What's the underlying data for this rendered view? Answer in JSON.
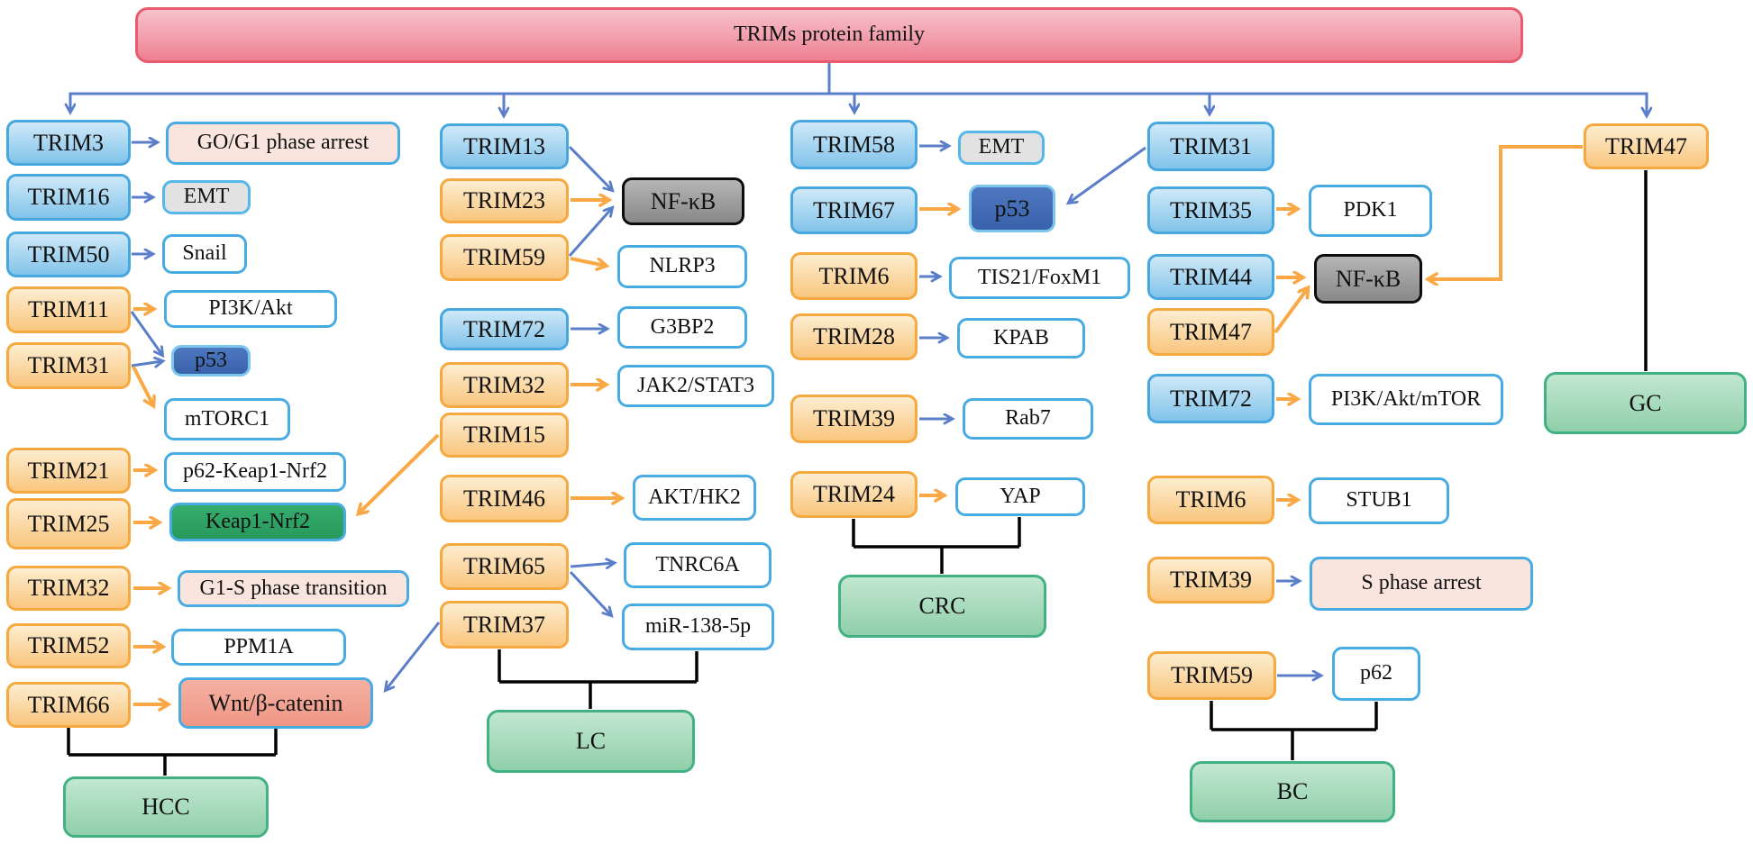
{
  "title": "TRIMs protein family",
  "colors": {
    "title_fill": "#f2a1ae",
    "title_border": "#e85a6e",
    "trim_blue_fill": "#a9d6f1",
    "trim_blue_border": "#47a8df",
    "trim_orange_fill": "#fbd7a0",
    "trim_orange_border": "#f6a93f",
    "target_border_blue": "#48ace2",
    "gray_fill": "#e2e2e2",
    "pink_fill": "#fae5de",
    "dark_blue_fill": "#3d68b5",
    "dark_gray_fill": "#9a9a9a",
    "green_fill": "#2fa566",
    "salmon_fill": "#f2a394",
    "cancer_fill": "#a9dbbe",
    "cancer_border": "#42b183",
    "arrow_blue": "#5b7ec9",
    "arrow_orange": "#f9a845",
    "connector_black": "#000000"
  },
  "boxes": {
    "trim3": "TRIM3",
    "go_g1": "GO/G1 phase arrest",
    "trim16": "TRIM16",
    "emt_hcc": "EMT",
    "trim50": "TRIM50",
    "snail": "Snail",
    "trim11": "TRIM11",
    "pi3k_akt": "PI3K/Akt",
    "trim31_hcc": "TRIM31",
    "p53_hcc": "p53",
    "mtorc1": "mTORC1",
    "trim21": "TRIM21",
    "p62_keap1_nrf2": "p62-Keap1-Nrf2",
    "trim25": "TRIM25",
    "keap1_nrf2": "Keap1-Nrf2",
    "trim32_hcc": "TRIM32",
    "g1_s": "G1-S phase transition",
    "trim52": "TRIM52",
    "ppm1a": "PPM1A",
    "trim66": "TRIM66",
    "wnt": "Wnt/β-catenin",
    "hcc": "HCC",
    "trim13": "TRIM13",
    "trim23": "TRIM23",
    "nfkb_lc": "NF-κB",
    "trim59_lc": "TRIM59",
    "nlrp3": "NLRP3",
    "trim72_lc": "TRIM72",
    "g3bp2": "G3BP2",
    "trim32_lc": "TRIM32",
    "jak2_stat3": "JAK2/STAT3",
    "trim15": "TRIM15",
    "trim46": "TRIM46",
    "akt_hk2": "AKT/HK2",
    "trim65": "TRIM65",
    "tnrc6a": "TNRC6A",
    "trim37": "TRIM37",
    "mir138": "miR-138-5p",
    "lc": "LC",
    "trim58": "TRIM58",
    "emt_crc": "EMT",
    "trim67": "TRIM67",
    "p53_crc": "p53",
    "trim6_crc": "TRIM6",
    "tis21_foxm1": "TIS21/FoxM1",
    "trim28": "TRIM28",
    "kpab": "KPAB",
    "trim39_crc": "TRIM39",
    "rab7": "Rab7",
    "trim24": "TRIM24",
    "yap": "YAP",
    "crc": "CRC",
    "trim31_bc": "TRIM31",
    "trim35": "TRIM35",
    "pdk1": "PDK1",
    "trim44": "TRIM44",
    "nfkb_bc": "NF-κB",
    "trim47_bc": "TRIM47",
    "trim72_bc": "TRIM72",
    "pi3k_akt_mtor": "PI3K/Akt/mTOR",
    "trim6_bc": "TRIM6",
    "stub1": "STUB1",
    "trim39_bc": "TRIM39",
    "s_phase": "S phase arrest",
    "trim59_bc": "TRIM59",
    "p62": "p62",
    "bc": "BC",
    "trim47_gc": "TRIM47",
    "gc": "GC"
  },
  "edges": [
    {
      "from": "TRIMs protein family",
      "to": "TRIM3",
      "color": "blue"
    },
    {
      "from": "TRIMs protein family",
      "to": "TRIM13",
      "color": "blue"
    },
    {
      "from": "TRIMs protein family",
      "to": "TRIM58",
      "color": "blue"
    },
    {
      "from": "TRIMs protein family",
      "to": "TRIM31",
      "color": "blue"
    },
    {
      "from": "TRIMs protein family",
      "to": "TRIM47",
      "color": "blue"
    },
    {
      "from": "TRIM3",
      "to": "GO/G1 phase arrest",
      "color": "blue"
    },
    {
      "from": "TRIM16",
      "to": "EMT",
      "color": "blue"
    },
    {
      "from": "TRIM50",
      "to": "Snail",
      "color": "blue"
    },
    {
      "from": "TRIM11",
      "to": "PI3K/Akt",
      "color": "orange"
    },
    {
      "from": "TRIM11",
      "to": "p53",
      "color": "blue"
    },
    {
      "from": "TRIM31",
      "to": "p53",
      "color": "blue"
    },
    {
      "from": "TRIM31",
      "to": "mTORC1",
      "color": "orange"
    },
    {
      "from": "TRIM21",
      "to": "p62-Keap1-Nrf2",
      "color": "orange"
    },
    {
      "from": "TRIM25",
      "to": "Keap1-Nrf2",
      "color": "orange"
    },
    {
      "from": "TRIM15",
      "to": "Keap1-Nrf2",
      "color": "orange"
    },
    {
      "from": "TRIM32",
      "to": "G1-S phase transition",
      "color": "orange"
    },
    {
      "from": "TRIM52",
      "to": "PPM1A",
      "color": "orange"
    },
    {
      "from": "TRIM66",
      "to": "Wnt/β-catenin",
      "color": "orange"
    },
    {
      "from": "TRIM37",
      "to": "Wnt/β-catenin",
      "color": "blue"
    },
    {
      "from": "TRIM66 + Wnt/β-catenin",
      "to": "HCC",
      "color": "black"
    },
    {
      "from": "TRIM13",
      "to": "NF-κB",
      "color": "blue"
    },
    {
      "from": "TRIM23",
      "to": "NF-κB",
      "color": "orange"
    },
    {
      "from": "TRIM59",
      "to": "NF-κB",
      "color": "blue"
    },
    {
      "from": "TRIM59",
      "to": "NLRP3",
      "color": "orange"
    },
    {
      "from": "TRIM72",
      "to": "G3BP2",
      "color": "blue"
    },
    {
      "from": "TRIM32",
      "to": "JAK2/STAT3",
      "color": "orange"
    },
    {
      "from": "TRIM46",
      "to": "AKT/HK2",
      "color": "orange"
    },
    {
      "from": "TRIM65",
      "to": "TNRC6A",
      "color": "blue"
    },
    {
      "from": "TRIM65",
      "to": "miR-138-5p",
      "color": "blue"
    },
    {
      "from": "TRIM37 + miR-138-5p",
      "to": "LC",
      "color": "black"
    },
    {
      "from": "TRIM58",
      "to": "EMT",
      "color": "blue"
    },
    {
      "from": "TRIM67",
      "to": "p53",
      "color": "orange"
    },
    {
      "from": "TRIM31",
      "to": "p53 (CRC)",
      "color": "blue"
    },
    {
      "from": "TRIM6",
      "to": "TIS21/FoxM1",
      "color": "blue"
    },
    {
      "from": "TRIM28",
      "to": "KPAB",
      "color": "blue"
    },
    {
      "from": "TRIM39",
      "to": "Rab7",
      "color": "blue"
    },
    {
      "from": "TRIM24",
      "to": "YAP",
      "color": "orange"
    },
    {
      "from": "TRIM24 + YAP",
      "to": "CRC",
      "color": "black"
    },
    {
      "from": "TRIM35",
      "to": "PDK1",
      "color": "orange"
    },
    {
      "from": "TRIM44",
      "to": "NF-κB",
      "color": "orange"
    },
    {
      "from": "TRIM47",
      "to": "NF-κB",
      "color": "orange"
    },
    {
      "from": "TRIM47 (GC)",
      "to": "NF-κB",
      "color": "orange"
    },
    {
      "from": "TRIM72",
      "to": "PI3K/Akt/mTOR",
      "color": "orange"
    },
    {
      "from": "TRIM6",
      "to": "STUB1",
      "color": "orange"
    },
    {
      "from": "TRIM39",
      "to": "S phase arrest",
      "color": "blue"
    },
    {
      "from": "TRIM59",
      "to": "p62",
      "color": "blue"
    },
    {
      "from": "TRIM59 + p62",
      "to": "BC",
      "color": "black"
    },
    {
      "from": "TRIM47",
      "to": "GC",
      "color": "black"
    }
  ]
}
